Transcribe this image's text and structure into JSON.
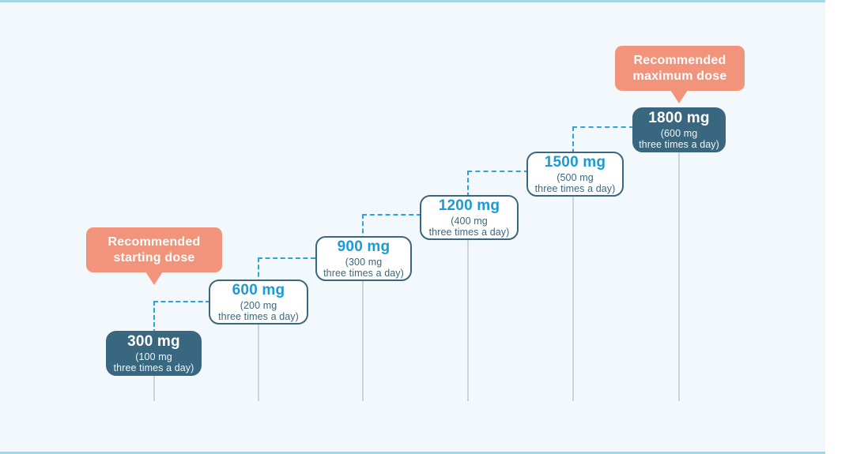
{
  "figure": {
    "type": "dose-escalation-staircase",
    "background_color": "#f3f8fc",
    "accent_border_color": "#a4d6e8",
    "rail_color": "#cfd4d6",
    "connector_color": "#2aa4dd",
    "callout_color": "#f2937b",
    "box_border_color": "#3a6780",
    "box_dark_fill": "#3a6780",
    "box_light_fill": "#ffffff",
    "dose_value_color": "#1c9ad6"
  },
  "steps": [
    {
      "id": "step-300",
      "total_dose": "300 mg",
      "regimen": "(100 mg\nthree times a day)",
      "style": "dark",
      "highlight": "recommended-starting-dose"
    },
    {
      "id": "step-600",
      "total_dose": "600 mg",
      "regimen": "(200 mg\nthree times a day)",
      "style": "light",
      "highlight": null
    },
    {
      "id": "step-900",
      "total_dose": "900 mg",
      "regimen": "(300 mg\nthree times a day)",
      "style": "light",
      "highlight": null
    },
    {
      "id": "step-1200",
      "total_dose": "1200 mg",
      "regimen": "(400 mg\nthree times a day)",
      "style": "light",
      "highlight": null
    },
    {
      "id": "step-1500",
      "total_dose": "1500 mg",
      "regimen": "(500 mg\nthree times a day)",
      "style": "light",
      "highlight": null
    },
    {
      "id": "step-1800",
      "total_dose": "1800 mg",
      "regimen": "(600 mg\nthree times a day)",
      "style": "dark",
      "highlight": "recommended-maximum-dose"
    }
  ],
  "callouts": {
    "starting": "Recommended\nstarting dose",
    "maximum": "Recommended\nmaximum dose"
  }
}
